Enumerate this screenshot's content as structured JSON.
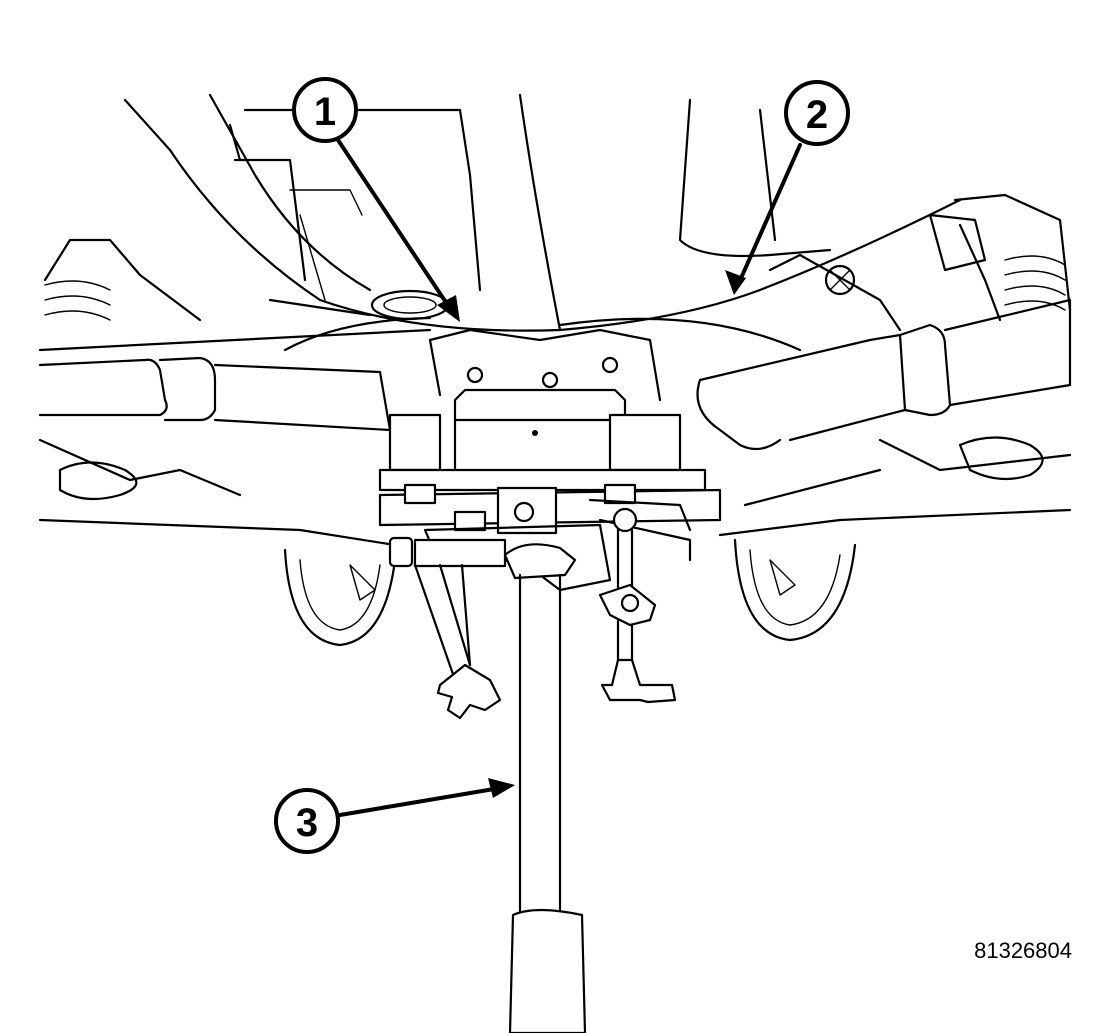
{
  "figure": {
    "callouts": [
      {
        "label": "1"
      },
      {
        "label": "2"
      },
      {
        "label": "3"
      }
    ],
    "figure_id": "81326804"
  }
}
